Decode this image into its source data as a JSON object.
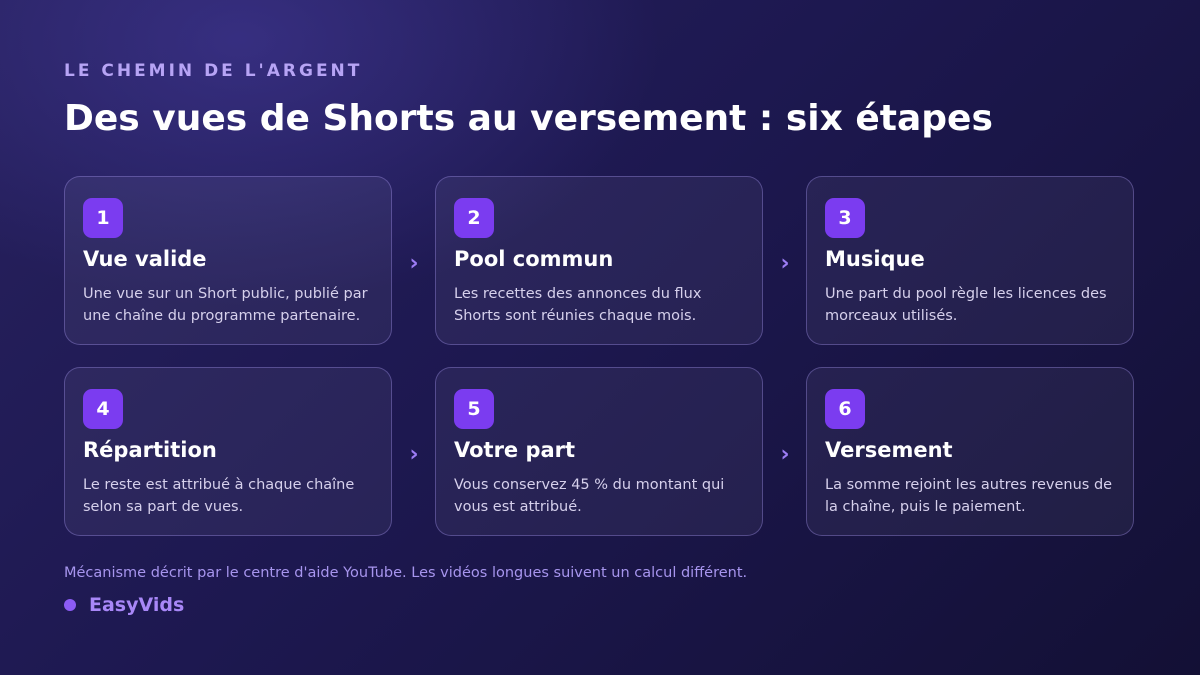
{
  "header": {
    "eyebrow": "LE CHEMIN DE L'ARGENT",
    "title": "Des vues de Shorts au versement : six étapes"
  },
  "steps": [
    {
      "number": "1",
      "title": "Vue valide",
      "description": "Une vue sur un Short public, publié par une chaîne du programme partenaire."
    },
    {
      "number": "2",
      "title": "Pool commun",
      "description": "Les recettes des annonces du flux Shorts sont réunies chaque mois."
    },
    {
      "number": "3",
      "title": "Musique",
      "description": "Une part du pool règle les licences des morceaux utilisés."
    },
    {
      "number": "4",
      "title": "Répartition",
      "description": "Le reste est attribué à chaque chaîne selon sa part de vues."
    },
    {
      "number": "5",
      "title": "Votre part",
      "description": "Vous conservez 45 % du montant qui vous est attribué."
    },
    {
      "number": "6",
      "title": "Versement",
      "description": "La somme rejoint les autres revenus de la chaîne, puis le paiement."
    }
  ],
  "arrow_glyph": "›",
  "footer": {
    "note": "Mécanisme décrit par le centre d'aide YouTube. Les vidéos longues suivent un calcul différent.",
    "brand": "EasyVids"
  },
  "colors": {
    "accent": "#7b3cf0",
    "eyebrow": "#b7a4f5",
    "brand": "#a887f7",
    "background": "#1d1850"
  }
}
